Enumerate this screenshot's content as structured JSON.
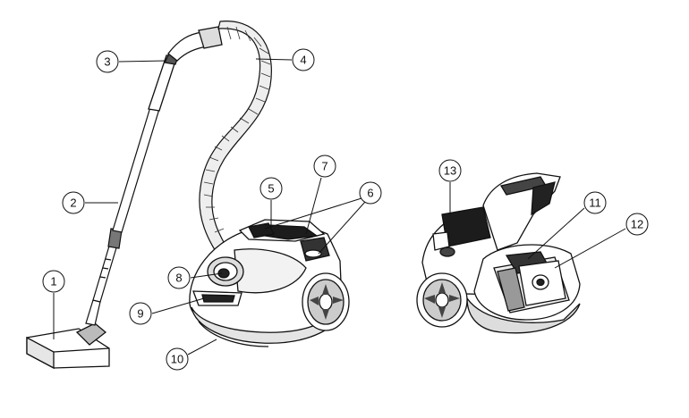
{
  "callouts": [
    {
      "id": 1,
      "label": "1"
    },
    {
      "id": 2,
      "label": "2"
    },
    {
      "id": 3,
      "label": "3"
    },
    {
      "id": 4,
      "label": "4"
    },
    {
      "id": 5,
      "label": "5"
    },
    {
      "id": 6,
      "label": "6"
    },
    {
      "id": 7,
      "label": "7"
    },
    {
      "id": 8,
      "label": "8"
    },
    {
      "id": 9,
      "label": "9"
    },
    {
      "id": 10,
      "label": "10"
    },
    {
      "id": 11,
      "label": "11"
    },
    {
      "id": 12,
      "label": "12"
    },
    {
      "id": 13,
      "label": "13"
    }
  ],
  "colors": {
    "stroke": "#111111",
    "dark_panel": "#1c1c1c",
    "light_fill": "#ffffff",
    "mid_fill": "#d9d9d9"
  }
}
